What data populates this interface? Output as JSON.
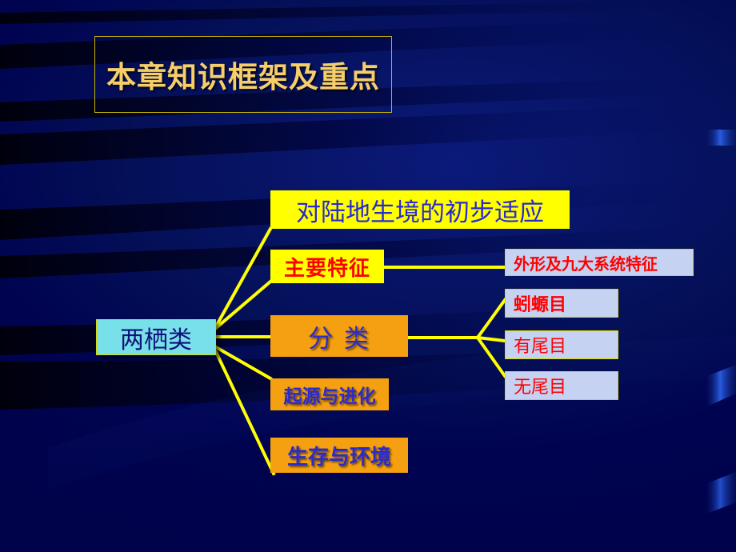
{
  "slide": {
    "background_color": "#000066",
    "accent_color": "#ffff00",
    "title": {
      "text": "本章知识框架及重点",
      "color": "#f6cf6b",
      "border_color": "#c8b400"
    }
  },
  "diagram": {
    "root": {
      "label": "两栖类",
      "fill": "#78e0e8",
      "text_color": "#10107c",
      "border_color": "#d8d800"
    },
    "branches": [
      {
        "id": "adaptation",
        "label": "对陆地生境的初步适应",
        "fill": "#ffff00",
        "text_color": "#2a2ad0"
      },
      {
        "id": "main-features",
        "label": "主要特征",
        "fill": "#ffff00",
        "text_color": "#ff0000"
      },
      {
        "id": "classification",
        "label": "分    类",
        "fill": "#f5a010",
        "text_color": "#2a2ad0"
      },
      {
        "id": "origin-evolution",
        "label": "起源与进化",
        "fill": "#f5a010",
        "text_color": "#2a2ad0"
      },
      {
        "id": "survival-environment",
        "label": "生存与环境",
        "fill": "#f5a010",
        "text_color": "#2a2ad0"
      }
    ],
    "feature_details": [
      {
        "id": "morphology-systems",
        "label": "外形及九大系统特征",
        "fill": "#c6d2f2",
        "text_color": "#ff0000"
      }
    ],
    "orders": [
      {
        "id": "gymnophiona",
        "label": "蚓螈目",
        "fill": "#c6d2f2",
        "text_color": "#ff0000"
      },
      {
        "id": "caudata",
        "label": "有尾目",
        "fill": "#c6d2f2",
        "text_color": "#ff0000"
      },
      {
        "id": "anura",
        "label": "无尾目",
        "fill": "#c6d2f2",
        "text_color": "#ff0000"
      }
    ]
  }
}
